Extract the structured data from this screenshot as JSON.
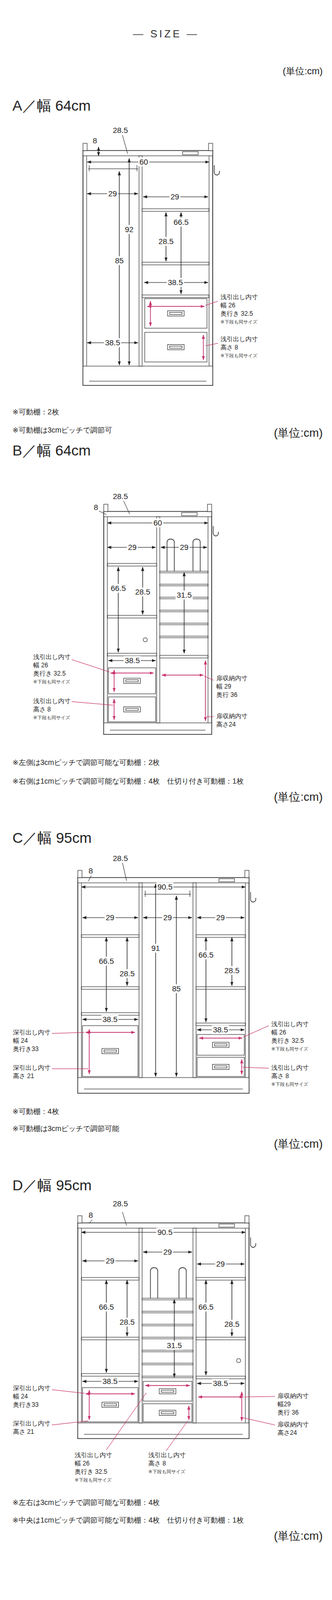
{
  "diagram": {
    "title": "— SIZE —",
    "labels": [
      "(単位:cm)",
      "A／幅 64cm",
      "28.5",
      "8",
      "60",
      "29",
      "29",
      "92",
      "66.5",
      "85",
      "28.5",
      "38.5",
      "38.5",
      "浅引出し内寸",
      "幅 26",
      "奥行き 32.5",
      "※下段も同サイズ",
      "浅引出し内寸",
      "高さ 8",
      "※下段も同サイズ",
      "※可動棚：2枚",
      "※可動棚は3cmピッチで調節可",
      "(単位:cm)",
      "B／幅 64cm",
      "28.5",
      "8",
      "60",
      "29",
      "29",
      "66.5",
      "28.5",
      "31.5",
      "38.5",
      "浅引出し内寸",
      "幅 26",
      "奥行き 32.5",
      "※下段も同サイズ",
      "浅引出し内寸",
      "高さ 8",
      "※下段も同サイズ",
      "扉収納内寸",
      "幅 29",
      "奥行 36",
      "扉収納内寸",
      "高さ24",
      "※左側は3cmピッチで調節可能な可動棚：2枚",
      "※右側は1cmピッチで調節可能な可動棚：4枚　仕切り付き可動棚：1枚",
      "(単位:cm)",
      "C／幅 95cm",
      "28.5",
      "8",
      "90.5",
      "29",
      "29",
      "29",
      "66.5",
      "28.5",
      "91",
      "66.5",
      "28.5",
      "85",
      "38.5",
      "38.5",
      "深引出し内寸",
      "幅 24",
      "奥行き33",
      "浅引出し内寸",
      "幅 26",
      "奥行き 32.5",
      "※下段も同サイズ",
      "深引出し内寸",
      "高さ 21",
      "浅引出し内寸",
      "高さ 8",
      "※下段も同サイズ",
      "※可動棚：4枚",
      "※可動棚は3cmピッチで調節可能",
      "(単位:cm)",
      "D／幅 95cm",
      "28.5",
      "8",
      "90.5",
      "29",
      "29",
      "29",
      "66.5",
      "28.5",
      "31.5",
      "66.5",
      "28.5",
      "38.5",
      "38.5",
      "深引出し内寸",
      "幅 24",
      "奥行き33",
      "扉収納内寸",
      "幅29",
      "奥行 36",
      "深引出し内寸",
      "高さ 21",
      "扉収納内寸",
      "高さ24",
      "浅引出し内寸",
      "幅 26",
      "奥行き 32.5",
      "※下段も同サイズ",
      "浅引出し内寸",
      "高さ 8",
      "※下段も同サイズ",
      "※左右は3cmピッチで調節可能な可動棚：4枚",
      "※中央は1cmピッチで調節可能な可動棚：4枚　仕切り付き可動棚：1枚",
      "(単位:cm)"
    ]
  }
}
